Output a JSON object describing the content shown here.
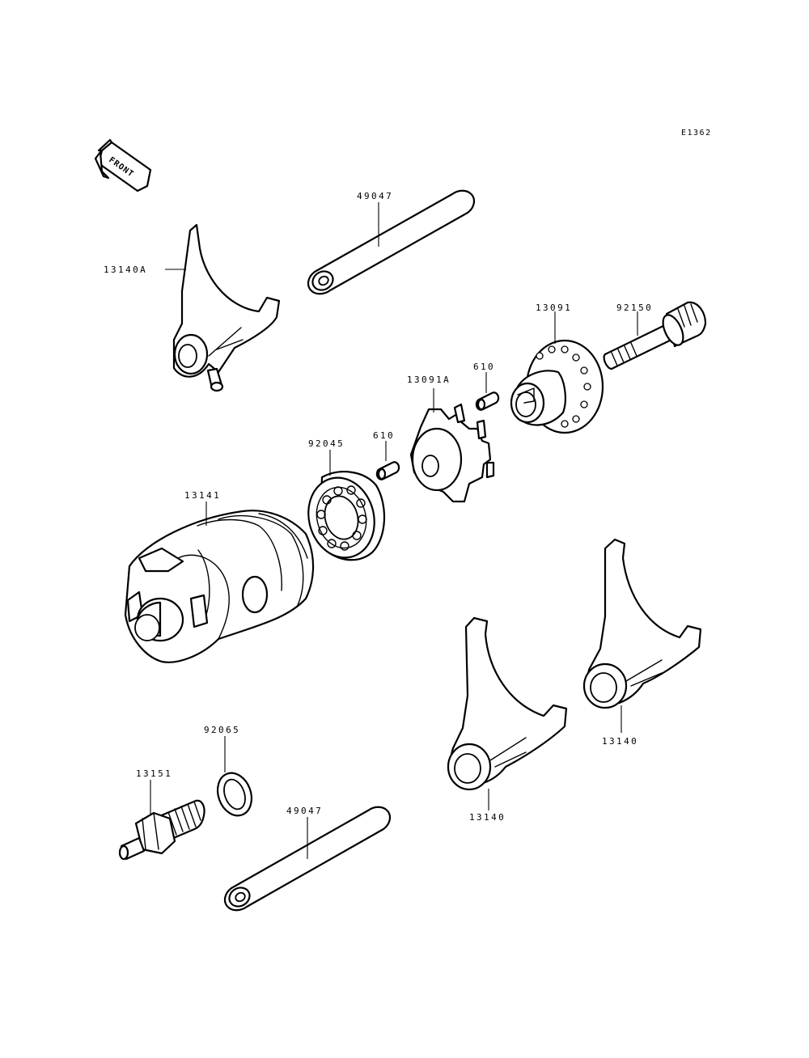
{
  "diagram_code": "E1362",
  "front_arrow_label": "FRONT",
  "parts": {
    "shaft_top": "49047",
    "fork_top_left": "13140A",
    "shift_drum": "13141",
    "bearing": "92045",
    "pin_left": "610",
    "pin_right": "610",
    "pin_plate": "13091A",
    "operating_plate": "13091",
    "bolt": "92150",
    "washer": "92065",
    "neutral_switch": "13151",
    "shaft_bottom": "49047",
    "fork_bottom_center": "13140",
    "fork_bottom_right": "13140"
  }
}
